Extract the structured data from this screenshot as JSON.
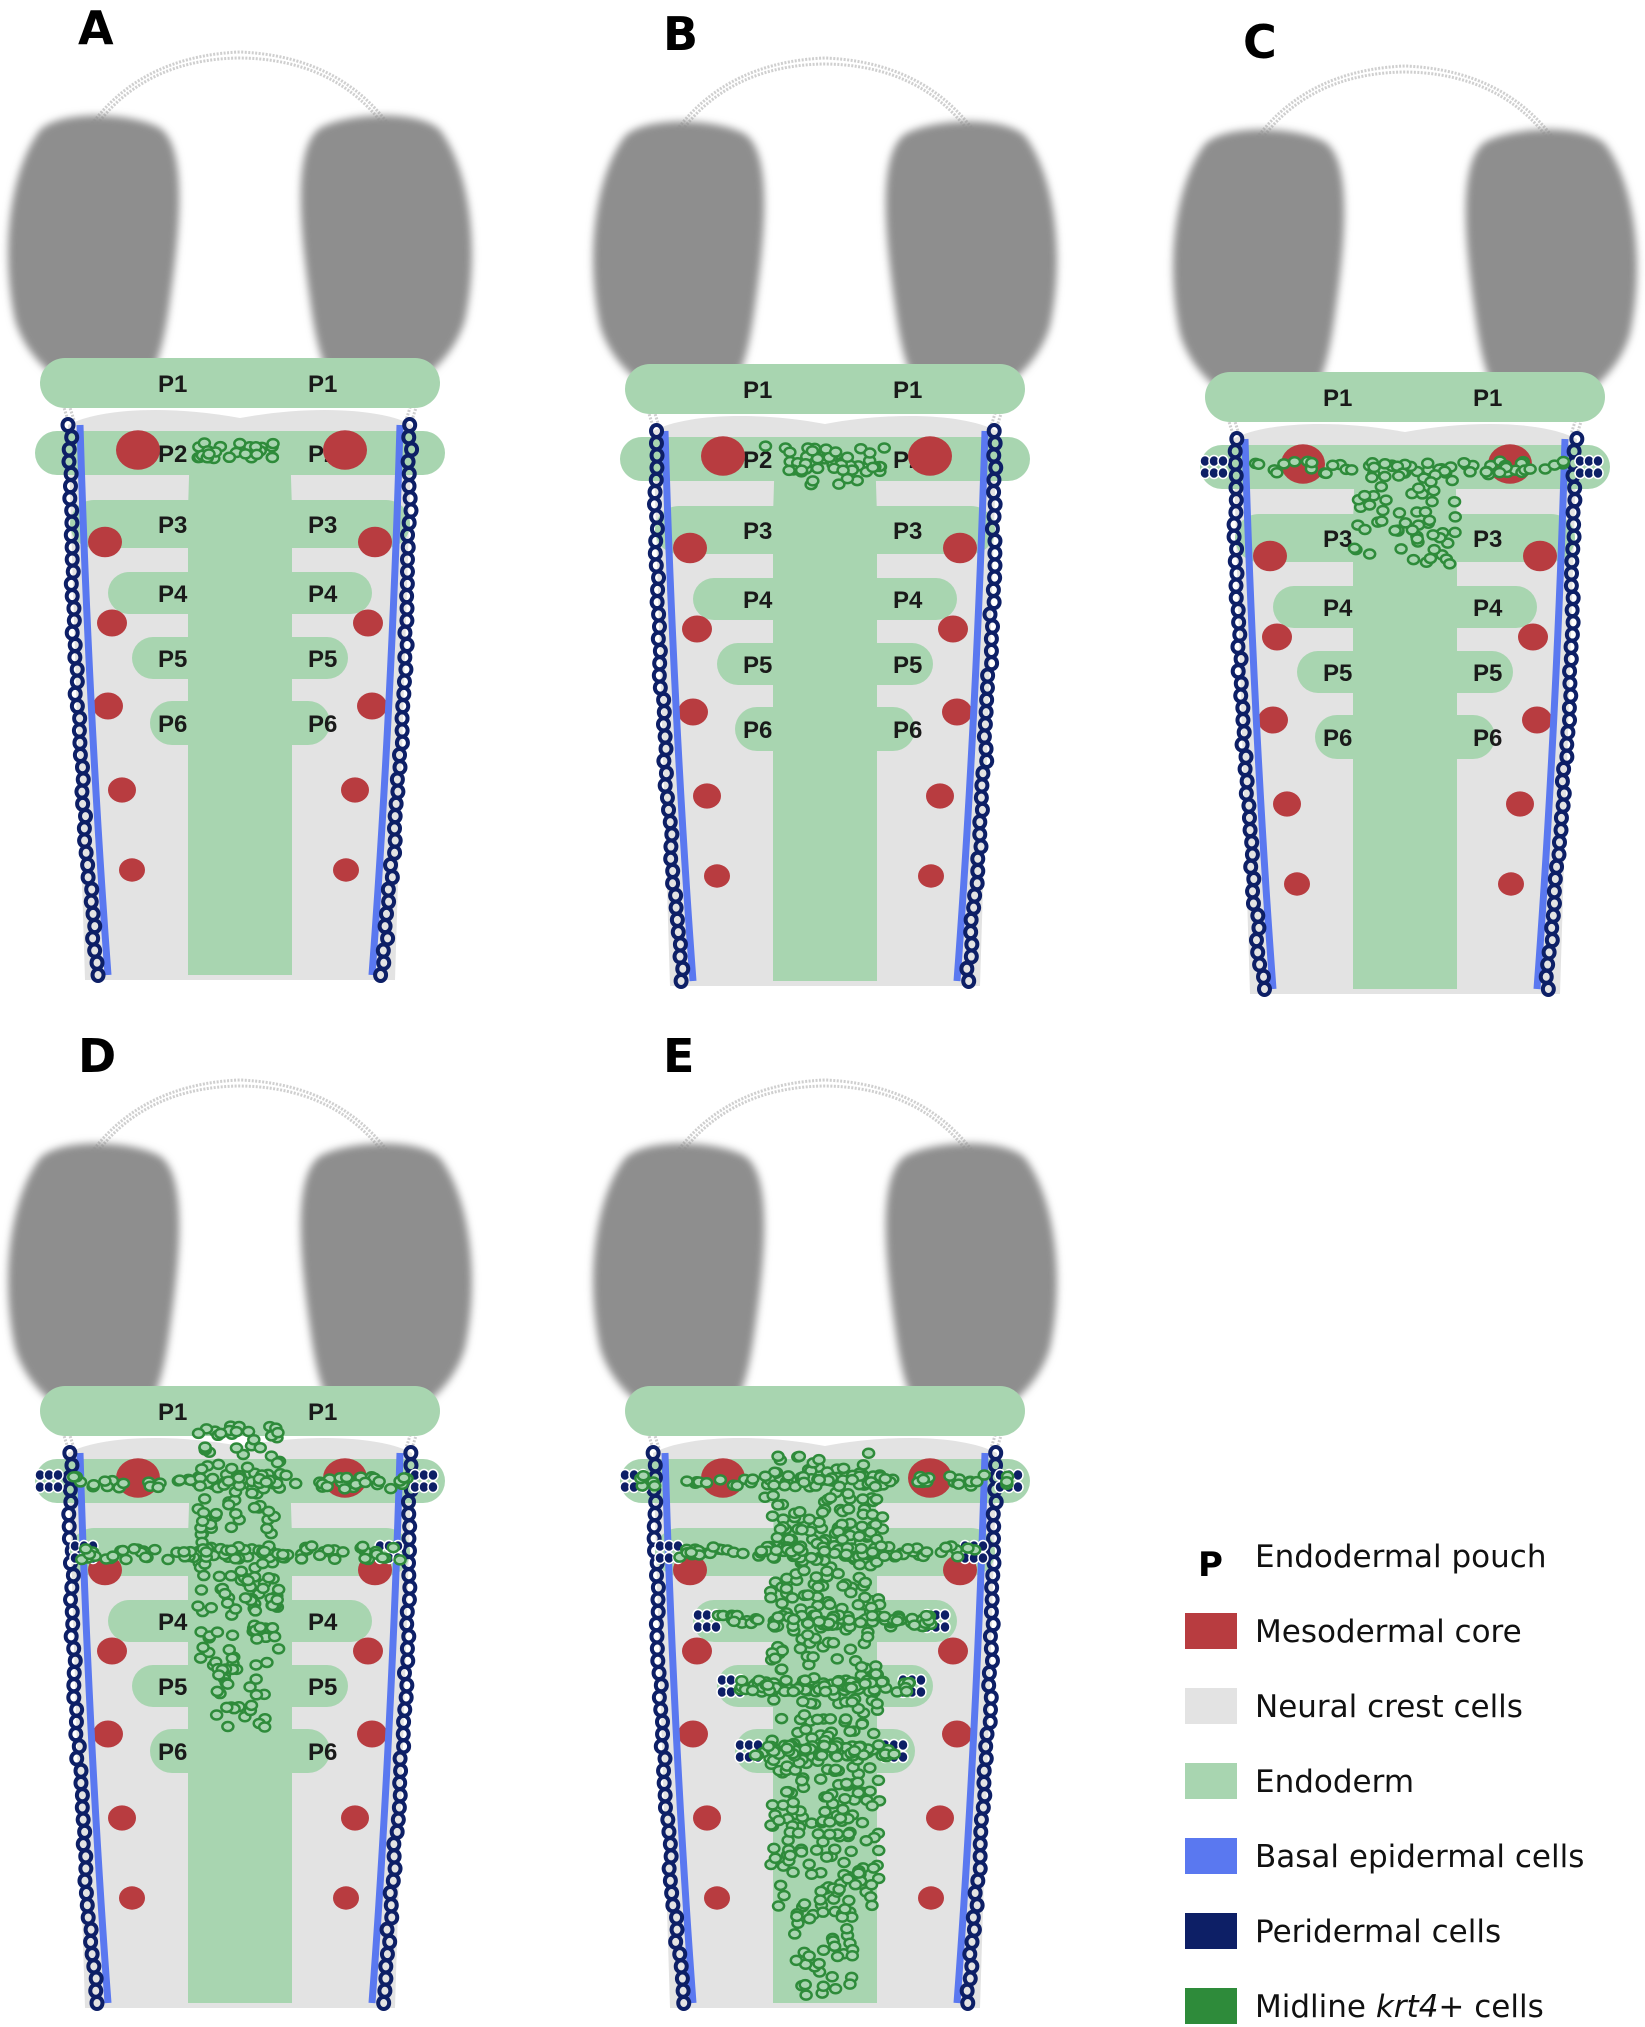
{
  "colors": {
    "eye": "#8e8e8e",
    "head_outline": "#cfcfcf",
    "neural_crest": "#e3e3e3",
    "endoderm": "#a8d5b0",
    "mesodermal_core": "#b83c40",
    "basal_epidermal": "#5a78f0",
    "peridermal": "#0d1f66",
    "midline_krt4": "#2e8b3a"
  },
  "panels": [
    {
      "letter": "A",
      "fused": [],
      "labels": {
        "P1": "P1",
        "P2": "P2",
        "P3": "P3",
        "P4": "P4",
        "P5": "P5",
        "P6": "P6"
      },
      "krt4": "small-p2"
    },
    {
      "letter": "B",
      "fused": [],
      "labels": {
        "P1": "P1",
        "P2": "P2",
        "P3": "P3",
        "P4": "P4",
        "P5": "P5",
        "P6": "P6"
      },
      "krt4": "p2-contact"
    },
    {
      "letter": "C",
      "fused": [
        "P2"
      ],
      "labels": {
        "P1": "P1",
        "P3": "P3",
        "P4": "P4",
        "P5": "P5",
        "P6": "P6"
      },
      "krt4": "p2-to-p3"
    },
    {
      "letter": "D",
      "fused": [
        "P2",
        "P3"
      ],
      "labels": {
        "P1": "P1",
        "P4": "P4",
        "P5": "P5",
        "P6": "P6"
      },
      "krt4": "p1-to-p5"
    },
    {
      "letter": "E",
      "fused": [
        "P2",
        "P3",
        "P4",
        "P5",
        "P6"
      ],
      "labels": {},
      "krt4": "full"
    }
  ],
  "legend": [
    {
      "swatch": "letter",
      "letter": "P",
      "label": "Endodermal pouch"
    },
    {
      "swatch": "mesodermal_core",
      "label": "Mesodermal core"
    },
    {
      "swatch": "neural_crest",
      "label": "Neural crest cells"
    },
    {
      "swatch": "endoderm",
      "label": "Endoderm"
    },
    {
      "swatch": "basal_epidermal",
      "label": "Basal epidermal cells"
    },
    {
      "swatch": "peridermal",
      "label": "Peridermal cells"
    },
    {
      "swatch": "midline_krt4",
      "label_pre": "Midline ",
      "label_em": "krt4",
      "label_post": "+ cells"
    }
  ]
}
